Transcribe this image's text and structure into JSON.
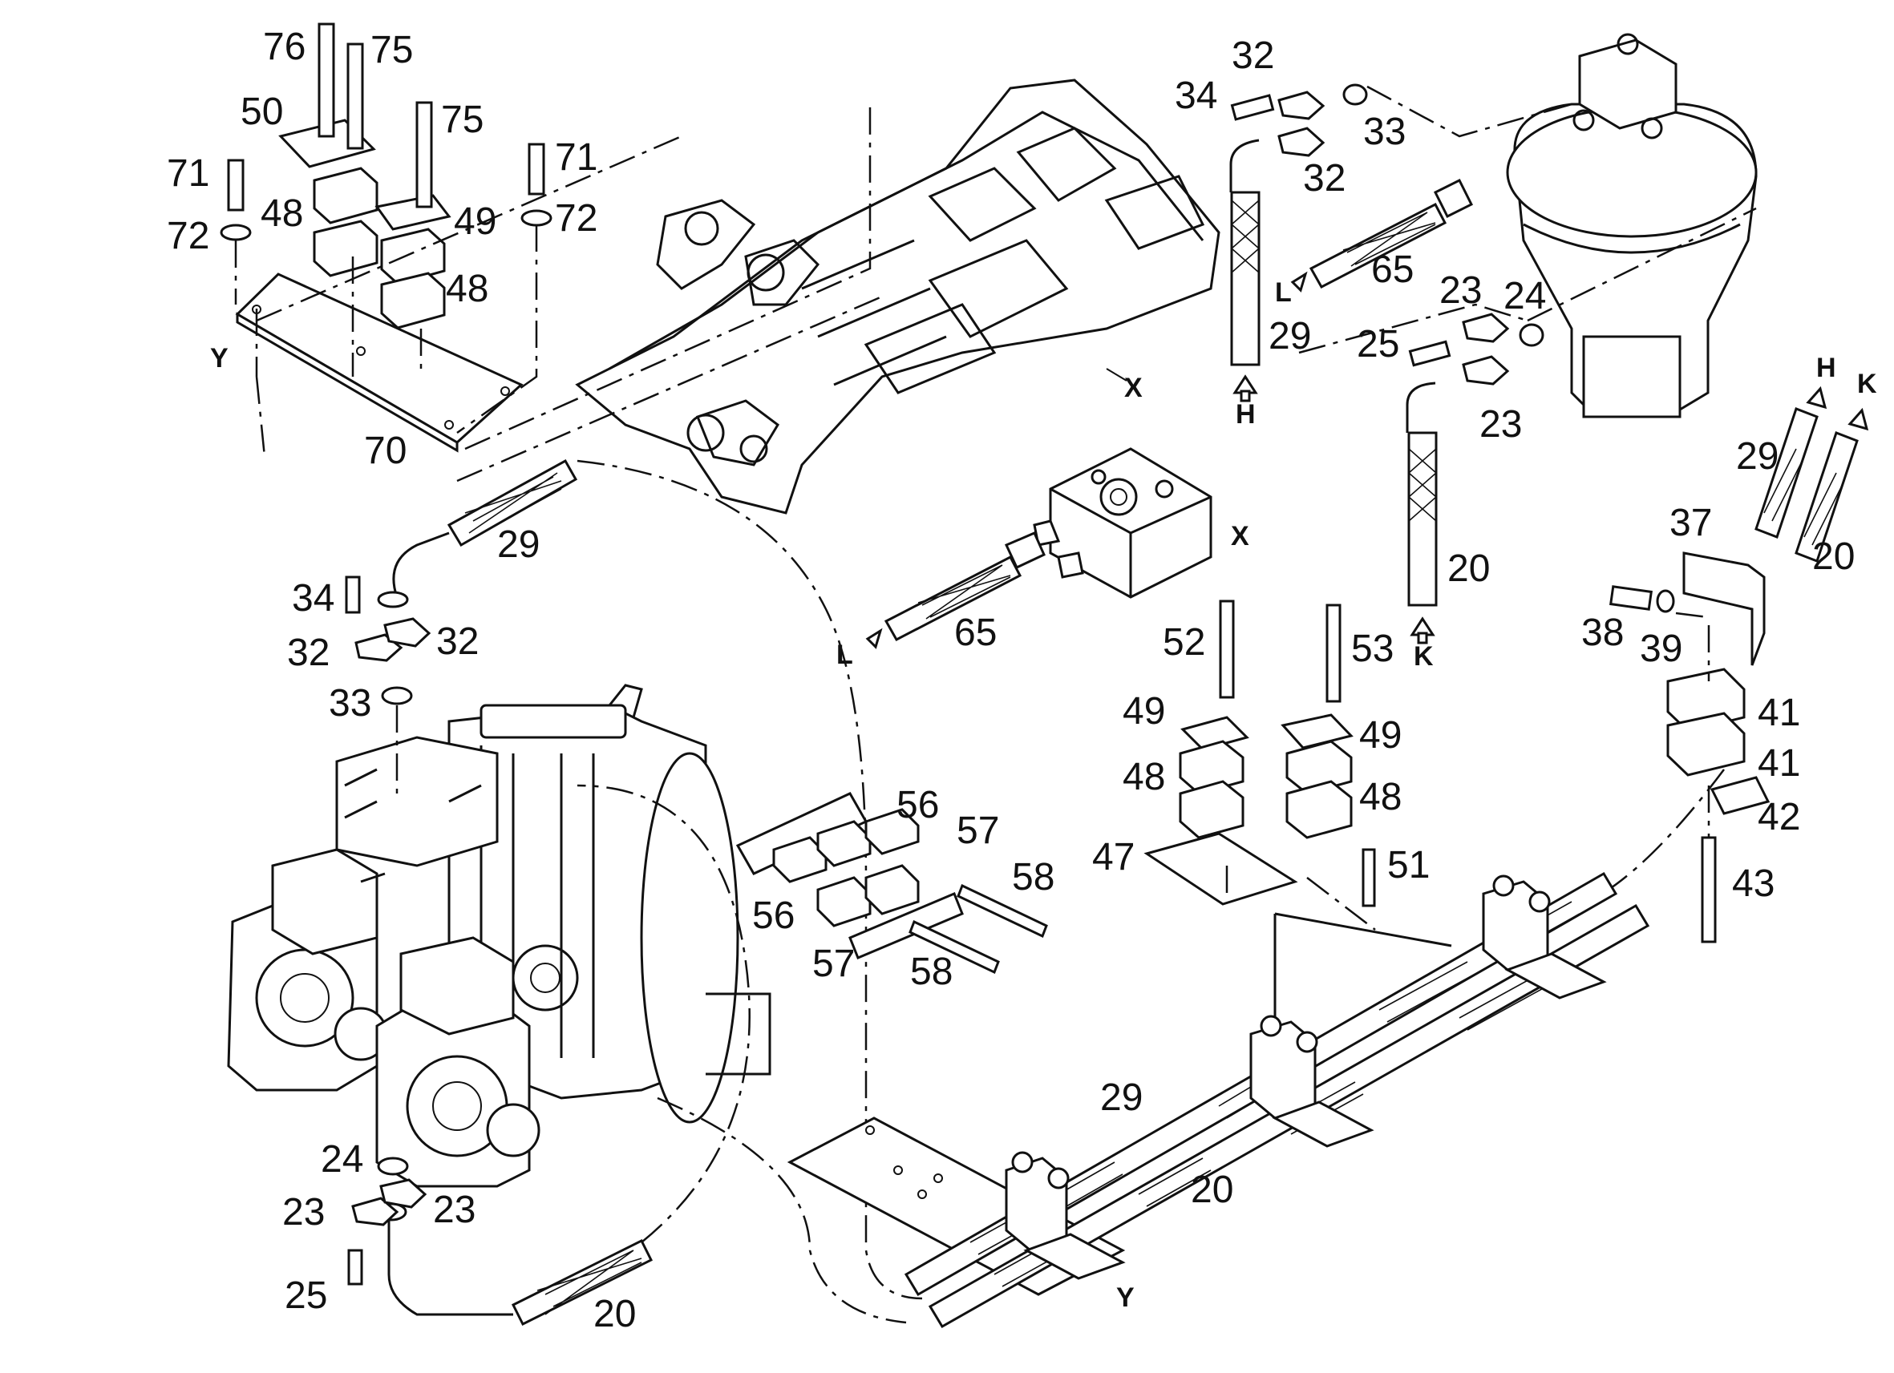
{
  "diagram": {
    "callouts": {
      "c76": "76",
      "c75a": "75",
      "c75b": "75",
      "c50": "50",
      "c71a": "71",
      "c71b": "71",
      "c72a": "72",
      "c72b": "72",
      "c48a": "48",
      "c48b": "48",
      "c49a": "49",
      "cY1": "Y",
      "c70": "70",
      "c29a": "29",
      "c34a": "34",
      "c32a": "32",
      "c32b": "32",
      "c33a": "33",
      "c34b": "34",
      "c32c": "32",
      "c33b": "33",
      "c32d": "32",
      "c29b": "29",
      "cH1": "H",
      "cL1": "L",
      "c65a": "65",
      "c23a": "23",
      "c24a": "24",
      "c25a": "25",
      "c23b": "23",
      "c20a": "20",
      "cK1": "K",
      "cX1": "X",
      "cX2": "X",
      "cL2": "L",
      "c65b": "65",
      "c52": "52",
      "c53": "53",
      "c49b": "49",
      "c49c": "49",
      "c48c": "48",
      "c48d": "48",
      "c47": "47",
      "c51": "51",
      "c56a": "56",
      "c56b": "56",
      "c57a": "57",
      "c57b": "57",
      "c58a": "58",
      "c58b": "58",
      "cH2": "H",
      "cK2": "K",
      "c29c": "29",
      "c20b": "20",
      "c37": "37",
      "c38": "38",
      "c39": "39",
      "c41a": "41",
      "c41b": "41",
      "c42": "42",
      "c43": "43",
      "c29d": "29",
      "c20c": "20",
      "cY2": "Y",
      "c24b": "24",
      "c23c": "23",
      "c23d": "23",
      "c25b": "25",
      "c20d": "20"
    }
  }
}
